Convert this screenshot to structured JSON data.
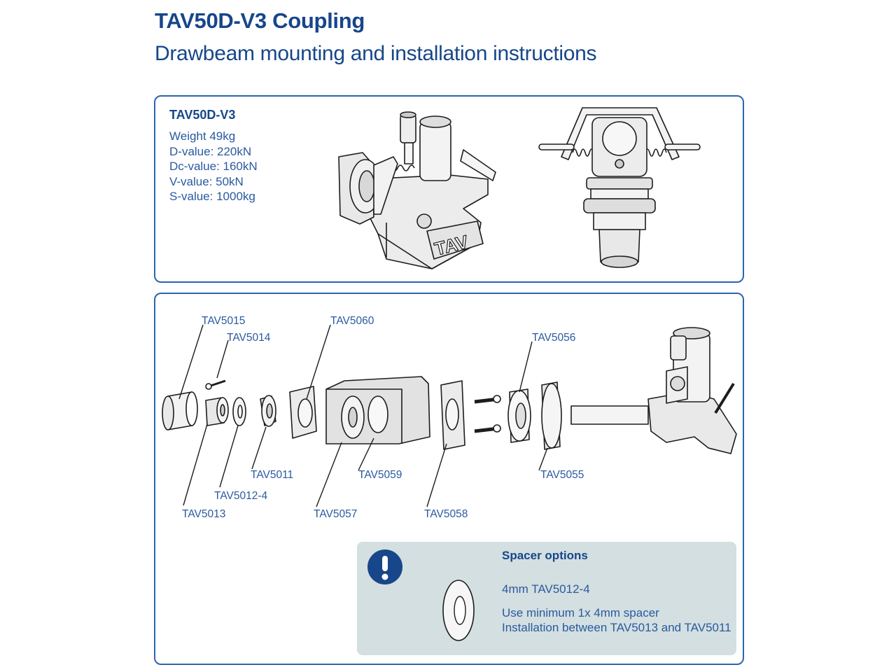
{
  "header": {
    "title": "TAV50D-V3 Coupling",
    "subtitle": "Drawbeam mounting and installation instructions"
  },
  "specs": {
    "model": "TAV50D-V3",
    "items": [
      "Weight 49kg",
      "D-value: 220kN",
      "Dc-value: 160kN",
      "V-value: 50kN",
      "S-value: 1000kg"
    ]
  },
  "parts": {
    "tav5015": "TAV5015",
    "tav5014": "TAV5014",
    "tav5060": "TAV5060",
    "tav5056": "TAV5056",
    "tav5011": "TAV5011",
    "tav5059": "TAV5059",
    "tav5055": "TAV5055",
    "tav5012_4": "TAV5012-4",
    "tav5013": "TAV5013",
    "tav5057": "TAV5057",
    "tav5058": "TAV5058"
  },
  "notice": {
    "title": "Spacer options",
    "line1": "4mm TAV5012-4",
    "line2": "Use minimum 1x 4mm spacer",
    "line3": "Installation between TAV5013 and TAV5011"
  },
  "colors": {
    "accent": "#17468a",
    "panel_border": "#2d64b0",
    "notice_bg": "#d3dfe0"
  }
}
